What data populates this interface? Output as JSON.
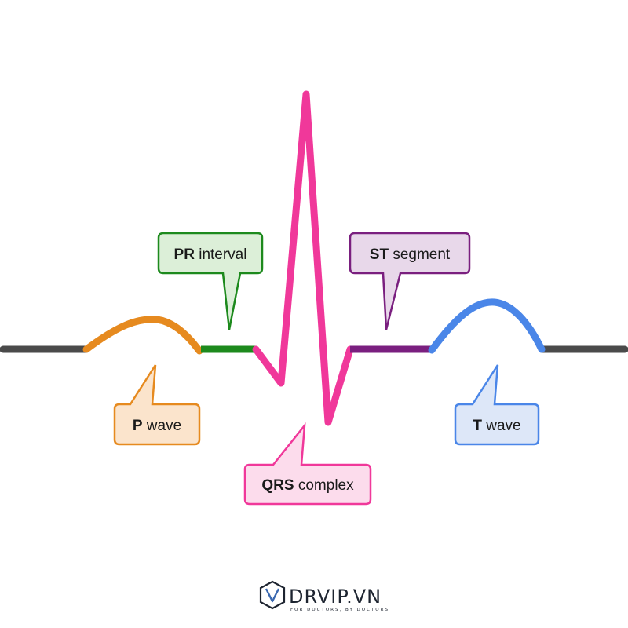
{
  "diagram": {
    "colors": {
      "baseline": "#4a4a4a",
      "p_wave": "#e68a1f",
      "pr_interval": "#1d8a1d",
      "qrs_complex": "#f0389a",
      "st_segment": "#7a1f7f",
      "t_wave": "#4a86e8"
    },
    "labels": {
      "pr": {
        "bold": "PR",
        "rest": " interval"
      },
      "st": {
        "bold": "ST",
        "rest": " segment"
      },
      "p": {
        "bold": "P",
        "rest": " wave"
      },
      "qrs": {
        "bold": "QRS",
        "rest": " complex"
      },
      "t": {
        "bold": "T",
        "rest": " wave"
      }
    }
  },
  "brand": {
    "name": "DRVIP.VN",
    "tagline": "FOR DOCTORS, BY DOCTORS",
    "icon": "v-shield-logo-icon"
  }
}
